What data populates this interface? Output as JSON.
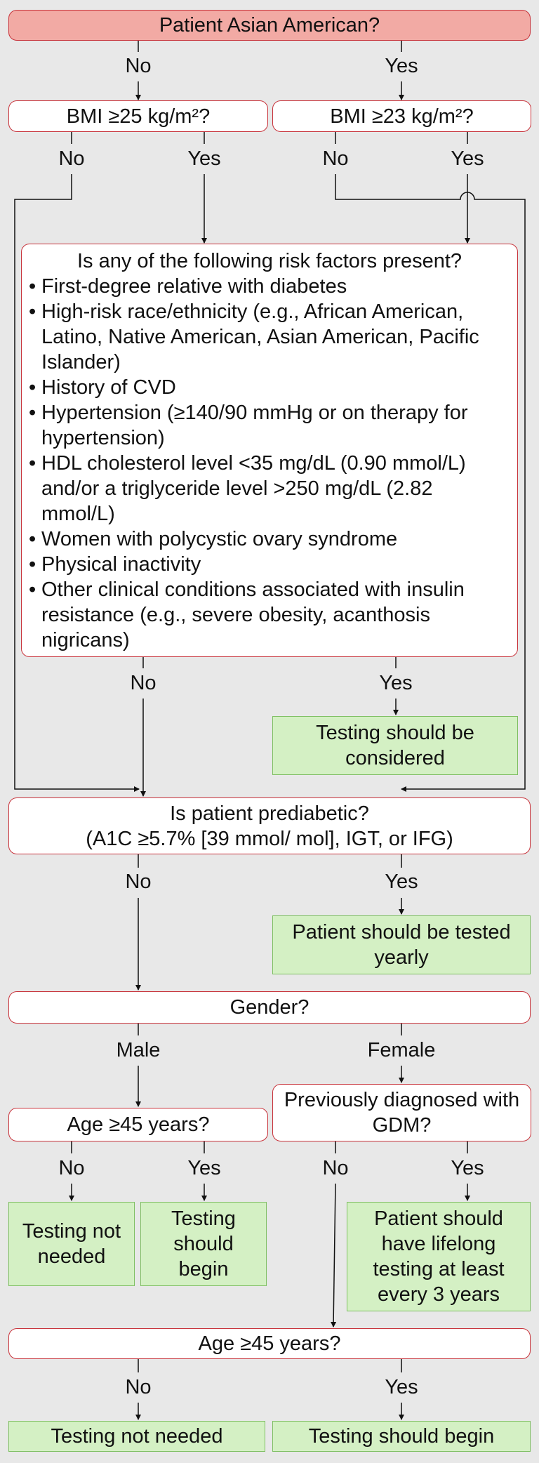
{
  "start": "Patient Asian American?",
  "bmi_non_asian": "BMI ≥25 kg/m²?",
  "bmi_asian": "BMI ≥23 kg/m²?",
  "risk": {
    "title": "Is any of the following risk factors present?",
    "items": [
      "First-degree relative with diabetes",
      "High-risk race/ethnicity (e.g., African American, Latino, Native American, Asian American, Pacific Islander)",
      "History of CVD",
      "Hypertension (≥140/90 mmHg or on therapy for hypertension)",
      "HDL cholesterol level <35 mg/dL (0.90 mmol/L) and/or a triglyceride level >250 mg/dL (2.82 mmol/L)",
      "Women with polycystic ovary syndrome",
      "Physical inactivity",
      "Other clinical conditions associated with insulin resistance (e.g., severe obesity, acanthosis nigricans)"
    ]
  },
  "testing_considered": "Testing should be considered",
  "prediabetic": {
    "line1": "Is patient prediabetic?",
    "line2": "(A1C ≥5.7% [39 mmol/ mol], IGT, or IFG)"
  },
  "tested_yearly": "Patient should be tested yearly",
  "gender": "Gender?",
  "age_male": "Age ≥45 years?",
  "gdm": "Previously diagnosed with GDM?",
  "male_no_result": "Testing not needed",
  "male_yes_result": "Testing should begin",
  "lifelong": "Patient should have lifelong testing at least every 3 years",
  "age_female": "Age ≥45 years?",
  "female_no_result": "Testing not needed",
  "female_yes_result": "Testing should begin",
  "labels": {
    "no": "No",
    "yes": "Yes",
    "male": "Male",
    "female": "Female"
  },
  "colors": {
    "decision_border": "#c8333b",
    "start_fill": "#f2aaa4",
    "result_fill": "#d4f0c4",
    "result_border": "#7fbf63",
    "background": "#e8e8e8"
  }
}
